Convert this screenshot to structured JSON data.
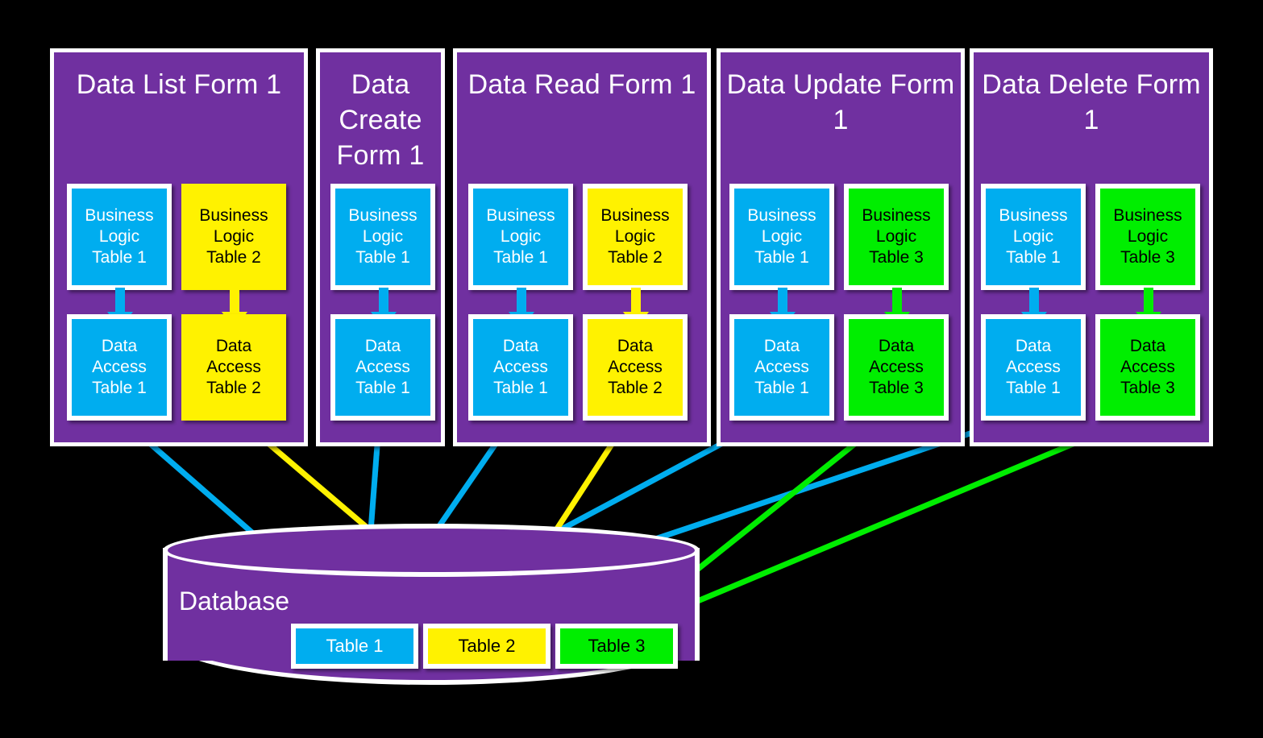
{
  "diagram": {
    "title_hidden": "CRUD forms layered architecture over a shared database",
    "colors": {
      "panel_purple": "#7030A0",
      "table1_blue": "#00ADEF",
      "table2_yellow": "#FFF200",
      "table3_green": "#00EE00",
      "border_white": "#FFFFFF",
      "background_black": "#000000"
    }
  },
  "panels": [
    {
      "id": "data-list-form-1",
      "title": "Data List Form 1",
      "boxes": [
        {
          "id": "bl-t1",
          "role": "business-logic",
          "color": "blue",
          "lines": [
            "Business",
            "Logic",
            "Table 1"
          ]
        },
        {
          "id": "bl-t2",
          "role": "business-logic",
          "color": "yellow",
          "lines": [
            "Business",
            "Logic",
            "Table 2"
          ]
        },
        {
          "id": "da-t1",
          "role": "data-access",
          "color": "blue",
          "lines": [
            "Data",
            "Access",
            "Table 1"
          ]
        },
        {
          "id": "da-t2",
          "role": "data-access",
          "color": "yellow",
          "lines": [
            "Data",
            "Access",
            "Table 2"
          ]
        }
      ]
    },
    {
      "id": "data-create-form-1",
      "title": "Data Create Form 1",
      "boxes": [
        {
          "id": "bl-t1",
          "role": "business-logic",
          "color": "blue",
          "lines": [
            "Business",
            "Logic",
            "Table 1"
          ]
        },
        {
          "id": "da-t1",
          "role": "data-access",
          "color": "blue",
          "lines": [
            "Data",
            "Access",
            "Table 1"
          ]
        }
      ]
    },
    {
      "id": "data-read-form-1",
      "title": "Data Read Form 1",
      "boxes": [
        {
          "id": "bl-t1",
          "role": "business-logic",
          "color": "blue",
          "lines": [
            "Business",
            "Logic",
            "Table 1"
          ]
        },
        {
          "id": "bl-t2",
          "role": "business-logic",
          "color": "yellow",
          "lines": [
            "Business",
            "Logic",
            "Table 2"
          ]
        },
        {
          "id": "da-t1",
          "role": "data-access",
          "color": "blue",
          "lines": [
            "Data",
            "Access",
            "Table 1"
          ]
        },
        {
          "id": "da-t2",
          "role": "data-access",
          "color": "yellow",
          "lines": [
            "Data",
            "Access",
            "Table 2"
          ]
        }
      ]
    },
    {
      "id": "data-update-form-1",
      "title": "Data Update Form 1",
      "boxes": [
        {
          "id": "bl-t1",
          "role": "business-logic",
          "color": "blue",
          "lines": [
            "Business",
            "Logic",
            "Table 1"
          ]
        },
        {
          "id": "bl-t3",
          "role": "business-logic",
          "color": "green",
          "lines": [
            "Business",
            "Logic",
            "Table 3"
          ]
        },
        {
          "id": "da-t1",
          "role": "data-access",
          "color": "blue",
          "lines": [
            "Data",
            "Access",
            "Table 1"
          ]
        },
        {
          "id": "da-t3",
          "role": "data-access",
          "color": "green",
          "lines": [
            "Data",
            "Access",
            "Table 3"
          ]
        }
      ]
    },
    {
      "id": "data-delete-form-1",
      "title": "Data Delete Form 1",
      "boxes": [
        {
          "id": "bl-t1",
          "role": "business-logic",
          "color": "blue",
          "lines": [
            "Business",
            "Logic",
            "Table 1"
          ]
        },
        {
          "id": "bl-t3",
          "role": "business-logic",
          "color": "green",
          "lines": [
            "Business",
            "Logic",
            "Table 3"
          ]
        },
        {
          "id": "da-t1",
          "role": "data-access",
          "color": "blue",
          "lines": [
            "Data",
            "Access",
            "Table 1"
          ]
        },
        {
          "id": "da-t3",
          "role": "data-access",
          "color": "green",
          "lines": [
            "Data",
            "Access",
            "Table 3"
          ]
        }
      ]
    }
  ],
  "database": {
    "label": "Database",
    "tables": [
      {
        "id": "table-1",
        "label": "Table 1",
        "color": "blue"
      },
      {
        "id": "table-2",
        "label": "Table 2",
        "color": "yellow"
      },
      {
        "id": "table-3",
        "label": "Table 3",
        "color": "green"
      }
    ]
  },
  "connections": {
    "description": "Each Data Access box connects down to its matching table in the database",
    "to_table_1_count": 5,
    "to_table_2_count": 2,
    "to_table_3_count": 2
  }
}
